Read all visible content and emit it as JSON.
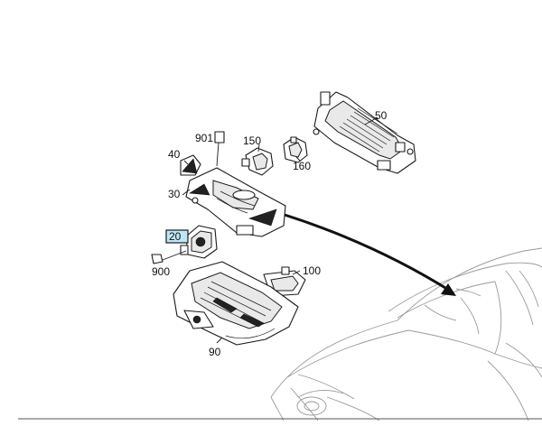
{
  "callouts": {
    "c901": "901",
    "c150": "150",
    "c50": "50",
    "c40": "40",
    "c160": "160",
    "c30": "30",
    "c20": "20",
    "c900": "900",
    "c100": "100",
    "c90": "90"
  },
  "colors": {
    "highlight": "#bfe6f7",
    "line": "#1a1a1a",
    "car_outline": "#9a9a9a"
  }
}
